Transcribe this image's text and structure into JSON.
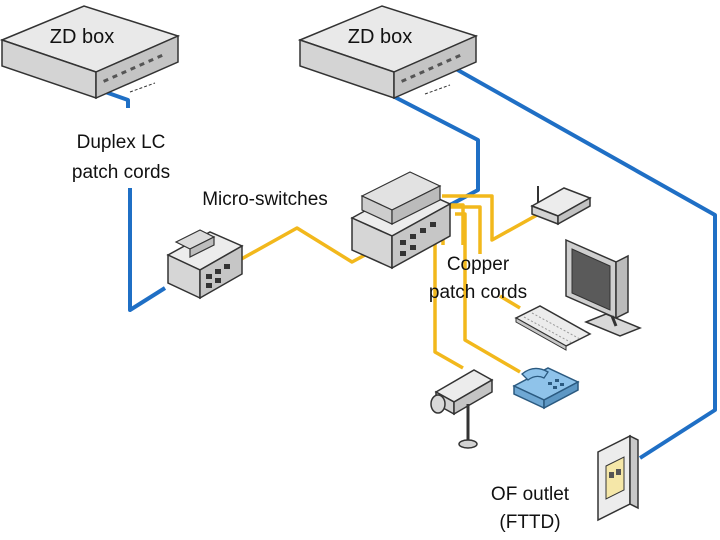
{
  "devices": {
    "zd_box_left": {
      "label": "ZD box"
    },
    "zd_box_right": {
      "label": "ZD box"
    }
  },
  "labels": {
    "duplex_line1": "Duplex LC",
    "duplex_line2": "patch cords",
    "micro_switches": "Micro-switches",
    "copper_line1": "Copper",
    "copper_line2": "patch cords",
    "of_outlet_line1": "OF outlet",
    "of_outlet_line2": "(FTTD)"
  },
  "colors": {
    "fiber": "#1f6fc5",
    "copper": "#f2b81c",
    "device_fill": "#e9e9e9",
    "device_edge": "#333333",
    "phone": "#8fc3ea"
  }
}
